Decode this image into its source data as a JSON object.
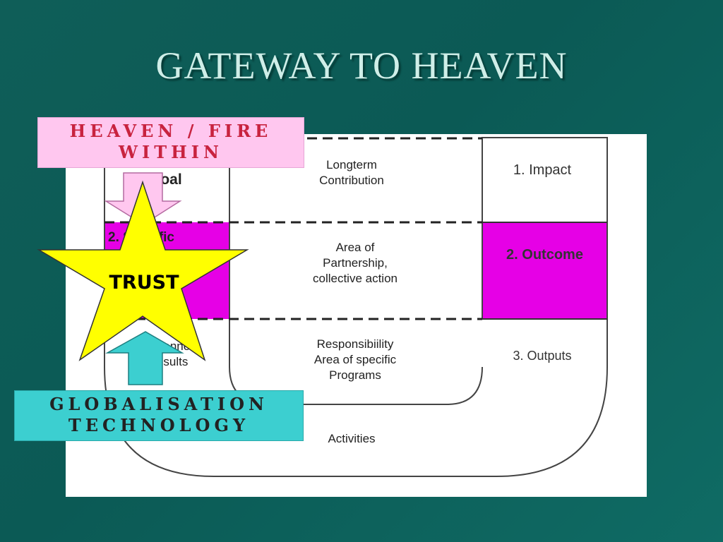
{
  "slide": {
    "title": "GATEWAY TO HEAVEN"
  },
  "diagram": {
    "left_column": {
      "goal": "Goal",
      "specific_fragment": "2. Specific",
      "planned_fragment": "3. Planned",
      "results_fragment": "Results"
    },
    "middle_column": {
      "longterm": "Longterm\nContribution",
      "partnership": "Area of\nPartnership,\ncollective action",
      "responsibility": "Responsibiility\nArea of specific\nPrograms",
      "activities": "Activities"
    },
    "right_column": {
      "impact": "1. Impact",
      "outcome": "2. Outcome",
      "outputs": "3. Outputs"
    },
    "overlays": {
      "heaven": "HEAVEN / FIRE WITHIN",
      "trust": "TRUST",
      "globalisation": "GLOBALISATION TECHNOLOGY"
    }
  },
  "colors": {
    "background": "#0f5e58",
    "magenta": "#e600e6",
    "pink_box": "#ffc7ef",
    "cyan_box": "#3ccfd0",
    "star": "#ffff00"
  }
}
